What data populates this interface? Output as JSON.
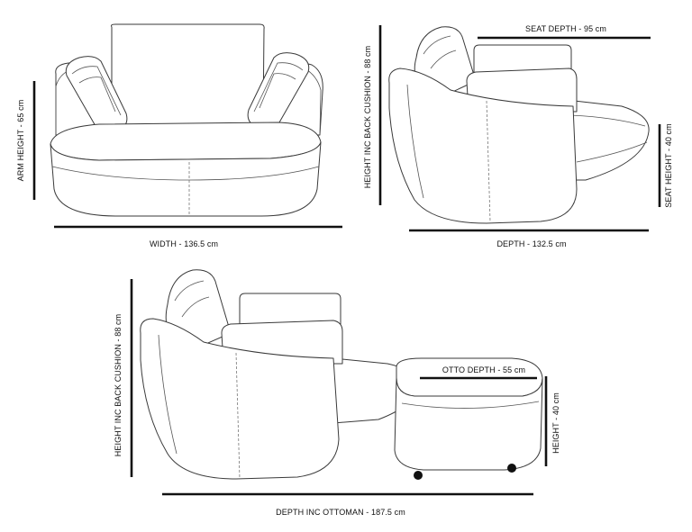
{
  "dimensions": {
    "front_arm_height": "ARM HEIGHT - 65 cm",
    "front_width": "WIDTH - 136.5 cm",
    "side_back_height": "HEIGHT INC BACK CUSHION - 88 cm",
    "side_seat_depth": "SEAT DEPTH - 95 cm",
    "side_seat_height": "SEAT HEIGHT - 40 cm",
    "side_depth": "DEPTH - 132.5 cm",
    "ottoman_back_height": "HEIGHT INC BACK CUSHION - 88 cm",
    "ottoman_otto_depth": "OTTO DEPTH - 55 cm",
    "ottoman_height": "HEIGHT - 40 cm",
    "ottoman_total_depth": "DEPTH INC OTTOMAN - 187.5 cm"
  },
  "colors": {
    "outline": "#3a3a3a",
    "dimension_line": "#111111",
    "background": "#ffffff"
  }
}
